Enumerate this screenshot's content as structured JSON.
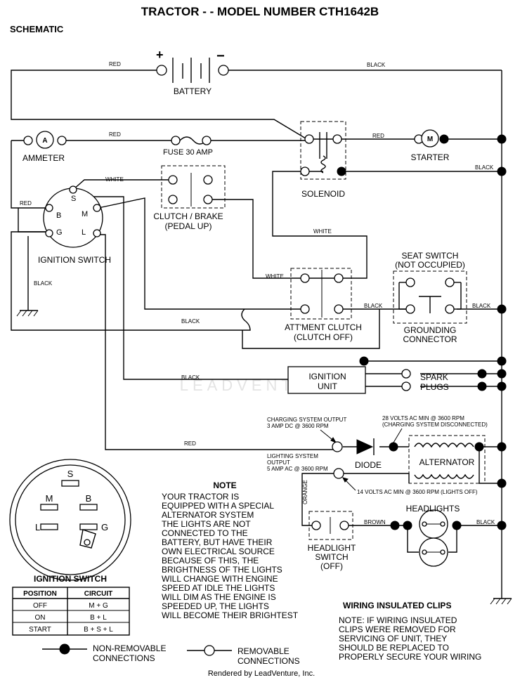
{
  "title": "TRACTOR - - MODEL NUMBER CTH1642B",
  "subtitle": "SCHEMATIC",
  "components": {
    "battery": "BATTERY",
    "battery_plus": "+",
    "battery_minus": "−",
    "ammeter": "AMMETER",
    "ammeter_symbol": "A",
    "fuse": "FUSE 30 AMP",
    "starter": "STARTER",
    "starter_symbol": "M",
    "solenoid": "SOLENOID",
    "ignition_switch": "IGNITION SWITCH",
    "clutch_brake_1": "CLUTCH / BRAKE",
    "clutch_brake_2": "(PEDAL UP)",
    "seat_switch_1": "SEAT SWITCH",
    "seat_switch_2": "(NOT OCCUPIED)",
    "grounding_1": "GROUNDING",
    "grounding_2": "CONNECTOR",
    "attment_1": "ATT'MENT CLUTCH",
    "attment_2": "(CLUTCH OFF)",
    "ignition_unit_1": "IGNITION",
    "ignition_unit_2": "UNIT",
    "spark_1": "SPARK",
    "spark_2": "PLUGS",
    "diode": "DIODE",
    "alternator": "ALTERNATOR",
    "headlights": "HEADLIGHTS",
    "headlight_switch_1": "HEADLIGHT",
    "headlight_switch_2": "SWITCH",
    "headlight_switch_3": "(OFF)",
    "switch_terminals": {
      "s": "S",
      "b": "B",
      "m": "M",
      "g": "G",
      "l": "L"
    }
  },
  "wires": {
    "red": "RED",
    "black": "BLACK",
    "white": "WHITE",
    "brown": "BROWN",
    "orange": "ORANGE"
  },
  "annotations": {
    "charging_1": "CHARGING SYSTEM OUTPUT",
    "charging_2": "3 AMP DC @ 3600 RPM",
    "volts28_1": "28 VOLTS AC MIN @ 3600 RPM",
    "volts28_2": "(CHARGING SYSTEM DISCONNECTED)",
    "lighting_1": "LIGHTING SYSTEM",
    "lighting_2": "OUTPUT",
    "lighting_3": "5 AMP AC @ 3600 RPM",
    "volts14": "14 VOLTS AC MIN @ 3600 RPM (LIGHTS OFF)"
  },
  "note": {
    "heading": "NOTE",
    "lines": [
      "YOUR TRACTOR IS",
      "EQUIPPED WITH A SPECIAL",
      "ALTERNATOR SYSTEM",
      "THE LIGHTS ARE NOT",
      "CONNECTED TO THE",
      "BATTERY, BUT HAVE THEIR",
      "OWN ELECTRICAL SOURCE",
      "BECAUSE OF THIS, THE",
      "BRIGHTNESS OF THE LIGHTS",
      "WILL CHANGE WITH ENGINE",
      "SPEED   AT IDLE THE LIGHTS",
      "WILL DIM   AS THE ENGINE IS",
      "SPEEDED UP, THE LIGHTS",
      "WILL BECOME THEIR BRIGHTEST"
    ]
  },
  "ignition_table": {
    "title": "IGNITION SWITCH",
    "headers": [
      "POSITION",
      "CIRCUIT"
    ],
    "rows": [
      [
        "OFF",
        "M + G"
      ],
      [
        "ON",
        "B + L"
      ],
      [
        "START",
        "B + S + L"
      ]
    ]
  },
  "clips": {
    "heading": "WIRING INSULATED CLIPS",
    "lines": [
      "NOTE: IF WIRING INSULATED",
      "CLIPS WERE REMOVED FOR",
      "SERVICING OF UNIT, THEY",
      "SHOULD BE REPLACED TO",
      "PROPERLY SECURE YOUR WIRING"
    ]
  },
  "legend": {
    "nonremovable_1": "NON-REMOVABLE",
    "nonremovable_2": "CONNECTIONS",
    "removable_1": "REMOVABLE",
    "removable_2": "CONNECTIONS"
  },
  "footer": "Rendered by LeadVenture, Inc.",
  "watermark": "LEADVENTURE"
}
